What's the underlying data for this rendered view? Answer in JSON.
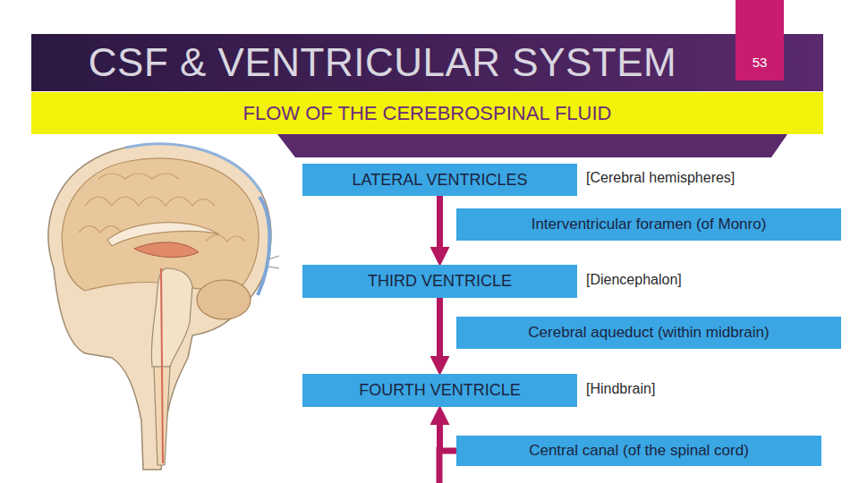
{
  "diagram": {
    "title": "CSF & VENTRICULAR SYSTEM",
    "nodes": [
      {
        "text": [
          "53"
        ]
      },
      {
        "text": [
          "FLOW OF THE CEREBROSPINAL FLUID"
        ]
      },
      {
        "text": [
          "LATERAL VENTRICLES"
        ]
      },
      {
        "text": [
          "Interventricular foramen (of Monro)"
        ]
      },
      {
        "text": [
          "THIRD VENTRICLE"
        ]
      },
      {
        "text": [
          "Cerebral aqueduct (within midbrain)"
        ]
      },
      {
        "text": [
          "FOURTH VENTRICLE"
        ]
      },
      {
        "text": [
          "Central canal (of the spinal cord)"
        ]
      }
    ],
    "edges": [
      {
        "from": 2,
        "to": 4,
        "arrow": "to"
      },
      {
        "from": 4,
        "to": 6,
        "arrow": "to"
      },
      {
        "from": 7,
        "to": 6,
        "arrow": "to"
      }
    ],
    "labels": [
      "[Cerebral hemispheres]",
      "[Diencephalon]",
      "[Hindbrain]"
    ]
  }
}
